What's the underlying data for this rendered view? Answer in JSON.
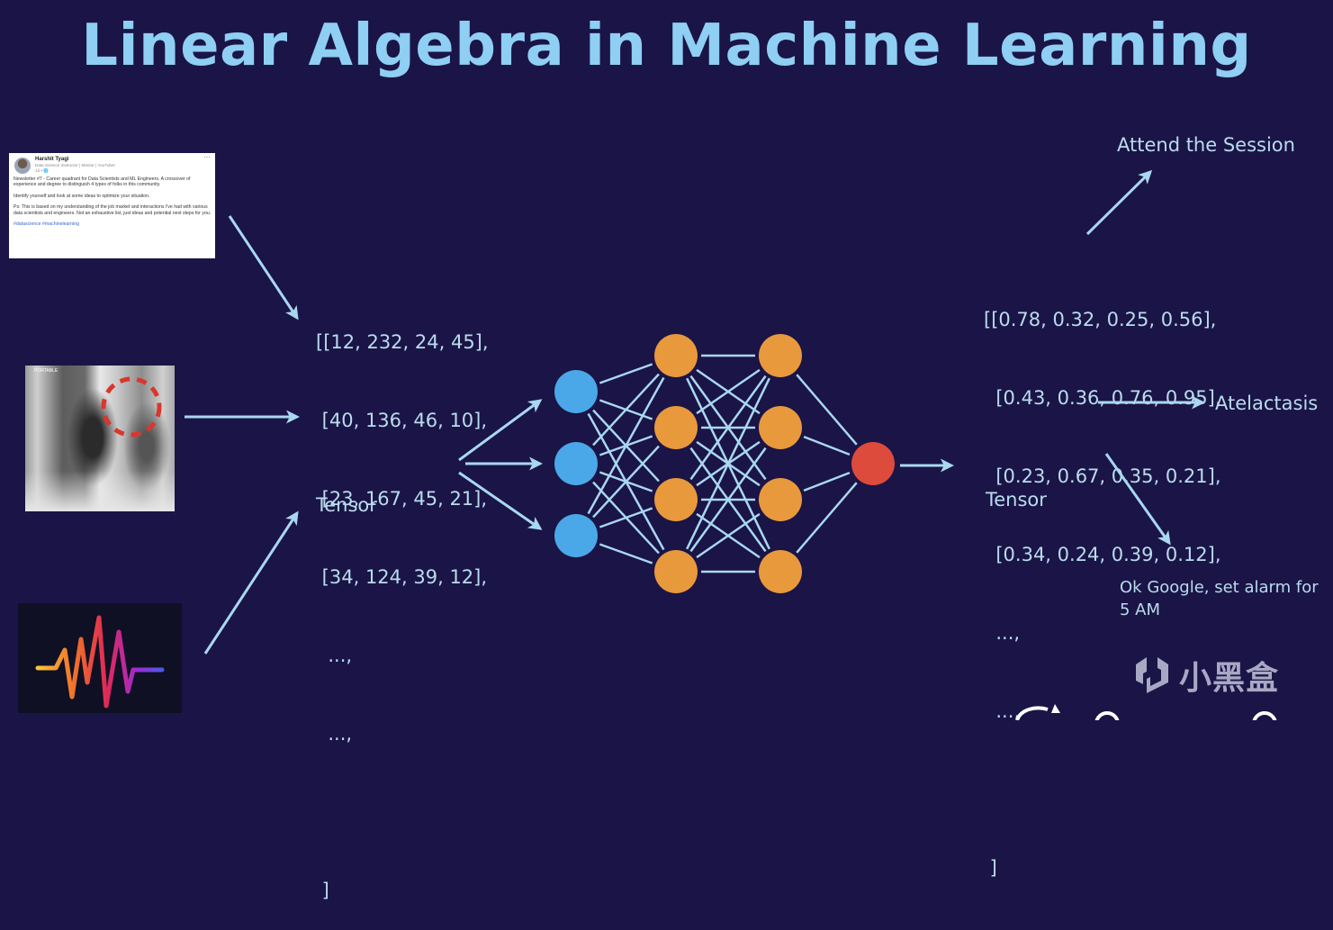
{
  "title": "Linear Algebra in Machine Learning",
  "inputs": {
    "post": {
      "author": "Harshit Tyagi",
      "headline": "Data Science Instructor | Mentor | YouTuber",
      "time": "1d • 🌐",
      "more_icon": "⋯",
      "paragraphs": [
        "Newsletter #7 - Career quadrant for Data Scientists and ML Engineers. A crossover of experience and degree to distinguish 4 types of folks in this community.",
        "Identify yourself and look at some ideas to optimize your situation.",
        "Ps: This is based on my understanding of the job market and interactions I've had with various data scientists and engineers. Not an exhaustive list, just ideas and potential next steps for you."
      ],
      "tags": "#datascience #machinelearning"
    },
    "xray": {
      "label": "PORTABLE",
      "highlight_color": "#d9372e"
    },
    "audio": {
      "icon": "waveform-icon"
    }
  },
  "input_tensor": {
    "rows": [
      "[[12, 232, 24, 45],",
      " [40, 136, 46, 10],",
      " [23, 167, 45, 21],",
      " [34, 124, 39, 12],",
      "  ...,",
      "  ...,",
      "",
      " ]"
    ],
    "label": "Tensor"
  },
  "network": {
    "layers": [
      {
        "name": "input",
        "nodes": 3,
        "color": "#4aa8e8"
      },
      {
        "name": "hidden-1",
        "nodes": 4,
        "color": "#e8993c"
      },
      {
        "name": "hidden-2",
        "nodes": 4,
        "color": "#e8993c"
      },
      {
        "name": "output",
        "nodes": 1,
        "color": "#dd4b3c"
      }
    ],
    "edge_color": "#a8d8f0"
  },
  "output_tensor": {
    "rows": [
      "[[0.78, 0.32, 0.25, 0.56],",
      "  [0.43, 0.36, 0.76, 0.95],",
      "  [0.23, 0.67, 0.35, 0.21],",
      "  [0.34, 0.24, 0.39, 0.12],",
      "  ...,",
      "  ...,",
      "",
      " ]"
    ],
    "label": "Tensor"
  },
  "outputs": {
    "attend": "Attend the Session",
    "diagnosis": "Atelactasis",
    "voice": "Ok Google, set alarm for 5 AM"
  },
  "watermark": {
    "text": "小黑盒",
    "icon": "heybox-logo-icon"
  },
  "colors": {
    "background": "#1b1446",
    "title": "#8ecff3",
    "text": "#b9dcee",
    "arrow": "#a8d8f0"
  }
}
